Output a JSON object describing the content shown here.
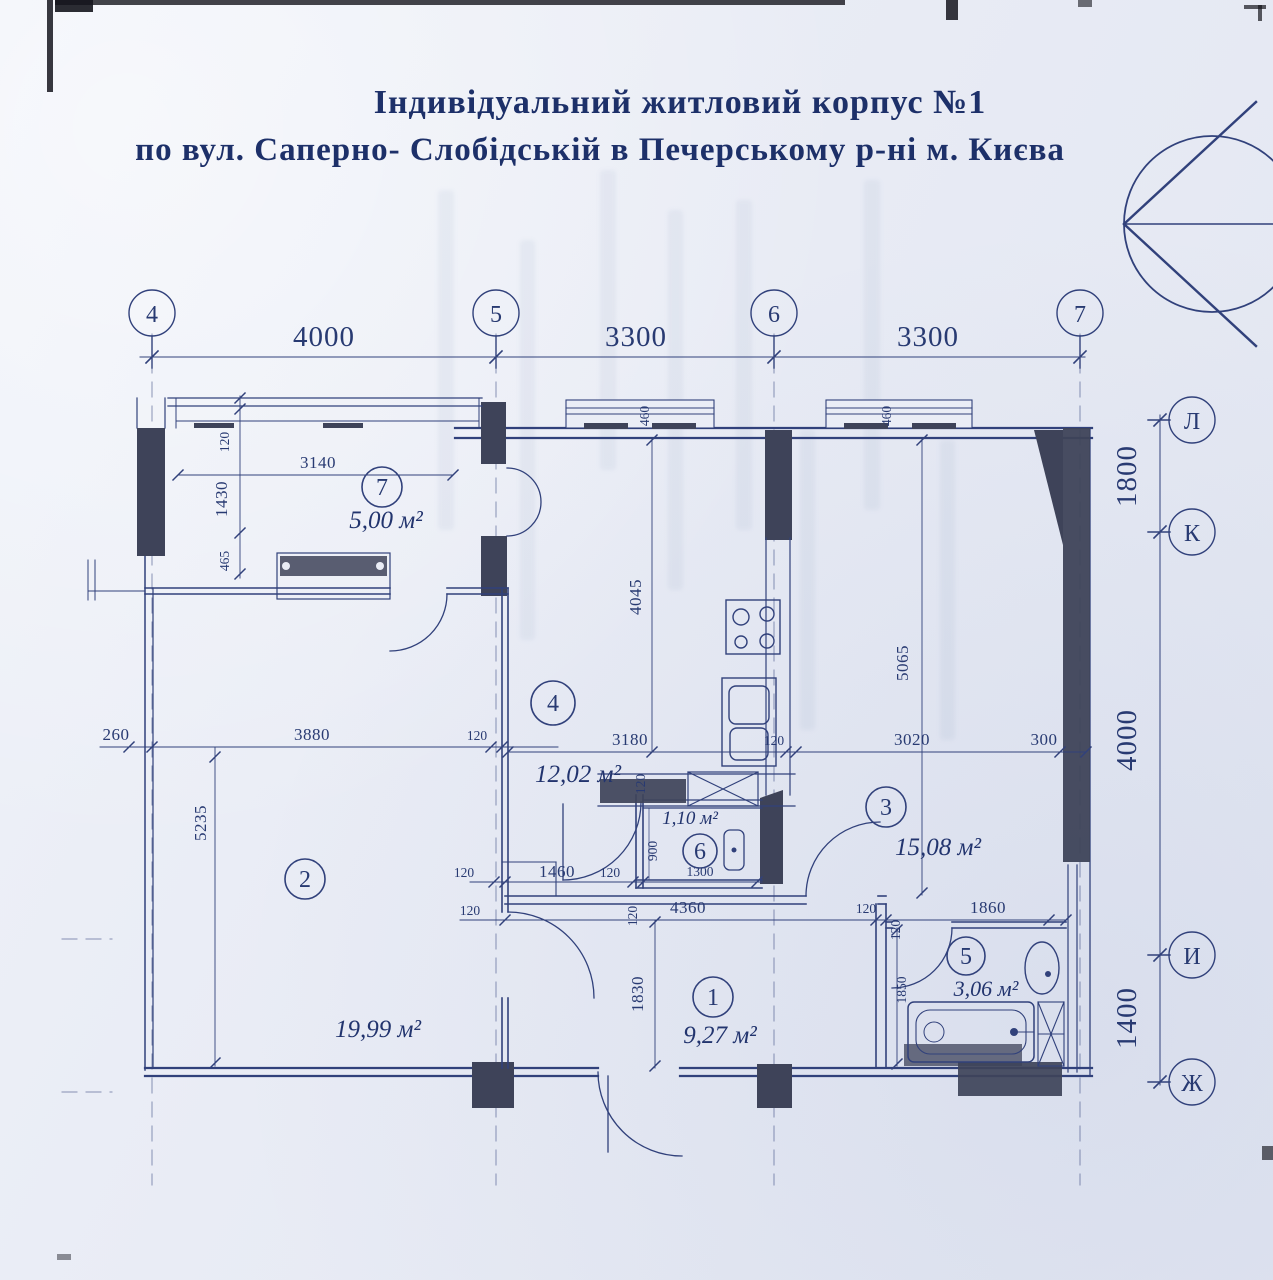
{
  "title": {
    "line1": "Індивідуальний житловий  корпус №1",
    "line2": "по вул. Саперно- Слобідській в Печерському р-ні м. Києва"
  },
  "axes": {
    "top": {
      "a4": "4",
      "a5": "5",
      "a6": "6",
      "a7": "7"
    },
    "right": {
      "l": "Л",
      "k": "К",
      "i": "И",
      "zh": "Ж"
    }
  },
  "dims": {
    "v4000": "4000",
    "v3300": "3300",
    "v1800": "1800",
    "v1400": "1400",
    "v3140": "3140",
    "v1430": "1430",
    "v465": "465",
    "v460": "460",
    "v120": "120",
    "v260": "260",
    "v3880": "3880",
    "v5235": "5235",
    "v3180": "3180",
    "v4045": "4045",
    "v5065": "5065",
    "v3020": "3020",
    "v300": "300",
    "v1460": "1460",
    "v900": "900",
    "v1300": "1300",
    "v4360": "4360",
    "v1830": "1830",
    "v1860": "1860",
    "v1850": "1850"
  },
  "rooms": {
    "r1": {
      "number": "1",
      "area": "9,27 м²"
    },
    "r2": {
      "number": "2",
      "area": "19,99 м²"
    },
    "r3": {
      "number": "3",
      "area": "15,08 м²"
    },
    "r4": {
      "number": "4",
      "area": "12,02 м²"
    },
    "r5": {
      "number": "5",
      "area": "3,06 м²"
    },
    "r6": {
      "number": "6",
      "area": "1,10 м²"
    },
    "r7": {
      "number": "7",
      "area": "5,00 м²"
    }
  },
  "colors": {
    "ink": "#2c3c74",
    "wall_fill": "#3e4359",
    "paper": "#e9ecf5"
  }
}
